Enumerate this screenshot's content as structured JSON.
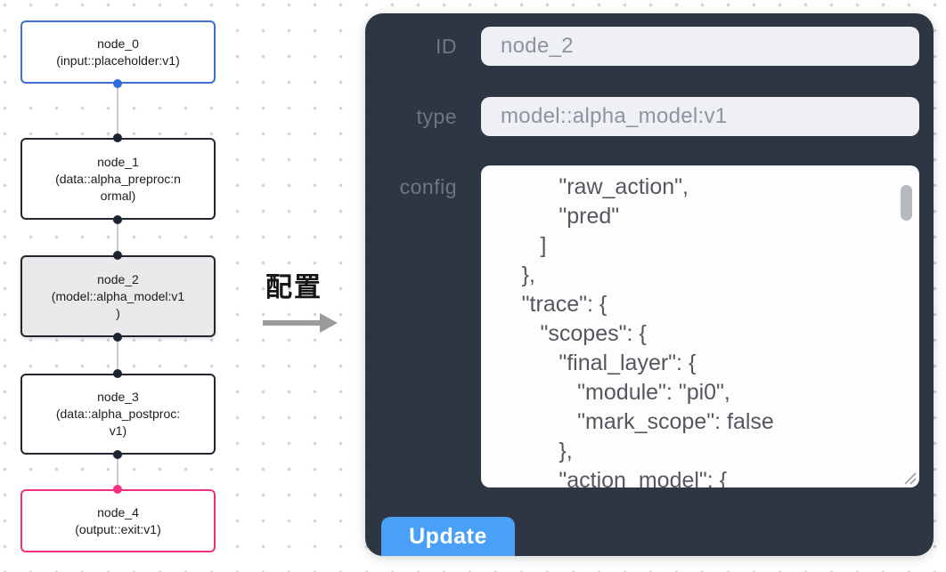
{
  "canvas": {
    "nodes": [
      {
        "label": "node_0\n(input::placeholder:v1)",
        "variant": "input"
      },
      {
        "label": "node_1\n(data::alpha_preproc:n\normal)",
        "variant": "default"
      },
      {
        "label": "node_2\n(model::alpha_model:v1\n)",
        "variant": "selected"
      },
      {
        "label": "node_3\n(data::alpha_postproc:\nv1)",
        "variant": "default"
      },
      {
        "label": "node_4\n(output::exit:v1)",
        "variant": "output"
      }
    ],
    "colors": {
      "input_node_border": "#3d6ed0",
      "output_node_border": "#f0307e",
      "default_node_border": "#23262f",
      "selected_node_bg": "#e9e9eb",
      "edge": "#c9cdd2",
      "handle_dark": "#1c2433",
      "handle_blue": "#2e6cdf",
      "handle_pink": "#f5317f",
      "grid_dot": "#d3d5d9"
    }
  },
  "transition": {
    "label": "配置"
  },
  "panel": {
    "bg_color": "#2e3644",
    "fields": {
      "id": {
        "label": "ID",
        "value": "node_2"
      },
      "type": {
        "label": "type",
        "value": "model::alpha_model:v1"
      },
      "config": {
        "label": "config",
        "value": "            \"raw_action\",\n            \"pred\"\n         ]\n      },\n      \"trace\": {\n         \"scopes\": {\n            \"final_layer\": {\n               \"module\": \"pi0\",\n               \"mark_scope\": false\n            },\n            \"action_model\": {"
      }
    },
    "update_button": {
      "label": "Update",
      "color": "#4aa0f7"
    }
  }
}
